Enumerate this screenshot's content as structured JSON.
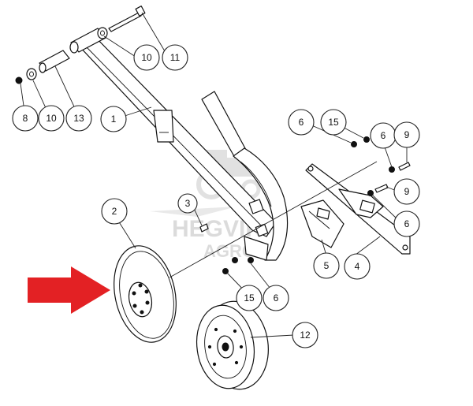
{
  "colors": {
    "line": "#111111",
    "arrow": "#e32124",
    "watermark": "#bfbfbf",
    "background": "#ffffff"
  },
  "watermark": {
    "brand_top": "HEGVIK",
    "brand_bottom": "AGRO"
  },
  "callouts": {
    "c1": "1",
    "c2": "2",
    "c3": "3",
    "c4": "4",
    "c5": "5",
    "c6a": "6",
    "c6b": "6",
    "c6c": "6",
    "c6d": "6",
    "c8": "8",
    "c9a": "9",
    "c9b": "9",
    "c10a": "10",
    "c10b": "10",
    "c11": "11",
    "c12": "12",
    "c13": "13",
    "c15a": "15",
    "c15b": "15"
  },
  "icons": {
    "pointer": "red-arrow-icon",
    "logo": "tractor-watermark-icon"
  }
}
